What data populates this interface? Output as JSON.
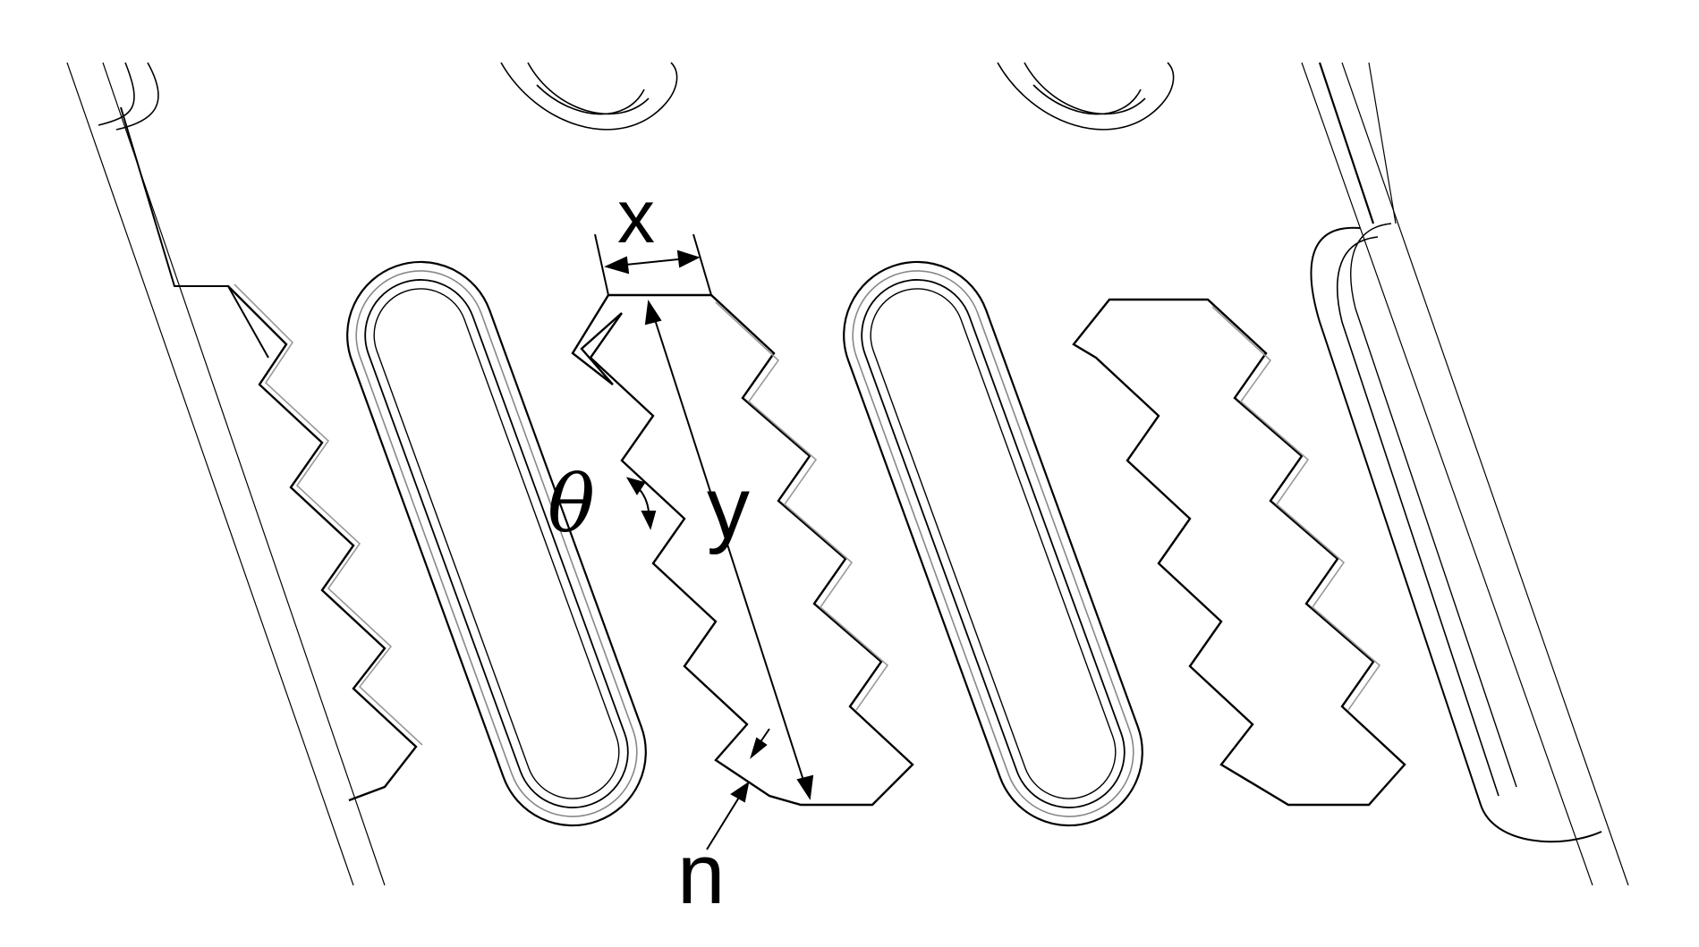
{
  "diagram": {
    "labels": {
      "x": "x",
      "y": "y",
      "theta": "θ",
      "n": "n"
    },
    "colors": {
      "line": "#000000",
      "shadow": "#9a9a9a",
      "background": "#ffffff"
    }
  }
}
